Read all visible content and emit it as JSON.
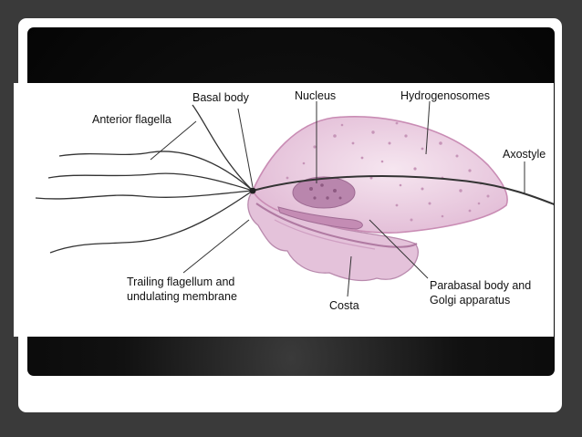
{
  "diagram": {
    "labels": {
      "basal_body": "Basal body",
      "nucleus": "Nucleus",
      "hydrogenosomes": "Hydrogenosomes",
      "anterior_flagella": "Anterior flagella",
      "axostyle": "Axostyle",
      "trailing_line1": "Trailing flagellum and",
      "trailing_line2": "undulating membrane",
      "costa": "Costa",
      "parabasal_line1": "Parabasal body and",
      "parabasal_line2": "Golgi apparatus"
    },
    "colors": {
      "cell_fill": "#eed6e6",
      "membrane": "#c98cb4",
      "nucleus": "#b27aa5",
      "slide_background": "#3a3a3a"
    }
  }
}
